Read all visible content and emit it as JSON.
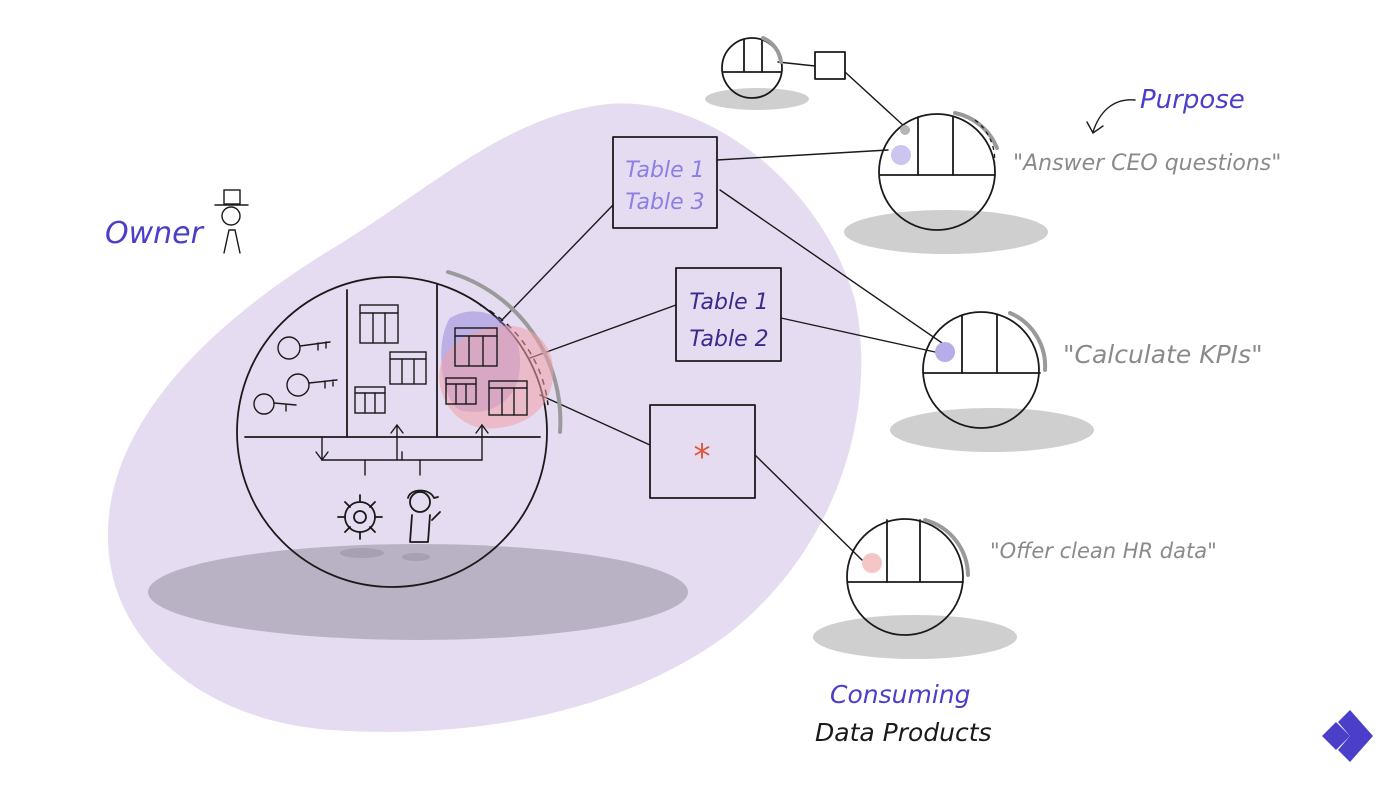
{
  "labels": {
    "owner": "Owner",
    "purpose": "Purpose",
    "consuming_line1": "Consuming",
    "consuming_line2": "Data Products"
  },
  "ports": [
    {
      "id": "port-1",
      "lines": [
        "Table 1",
        "Table 3"
      ],
      "color": "#8b80e0"
    },
    {
      "id": "port-2",
      "lines": [
        "Table 1",
        "Table 2"
      ],
      "color": "#3a2a8c"
    },
    {
      "id": "port-3",
      "lines": [
        "*"
      ],
      "color": "#e0553a"
    }
  ],
  "consumers": [
    {
      "id": "consumer-1",
      "quote": "\"Answer CEO questions\""
    },
    {
      "id": "consumer-2",
      "quote": "\"Calculate KPIs\""
    },
    {
      "id": "consumer-3",
      "quote": "\"Offer clean HR data\""
    }
  ],
  "colors": {
    "domain_blob": "#e5dcf1",
    "shadow_main": "#b9b1c4",
    "shadow_consumer": "#cfcfcf",
    "accent_label": "#4b3fc9",
    "quote_text": "#8a8a8a",
    "logo": "#4b3fc9"
  },
  "icons": [
    "top-hat-person-icon",
    "key-icon",
    "table-grid-icon",
    "gear-icon",
    "worker-icon",
    "logo-icon"
  ]
}
